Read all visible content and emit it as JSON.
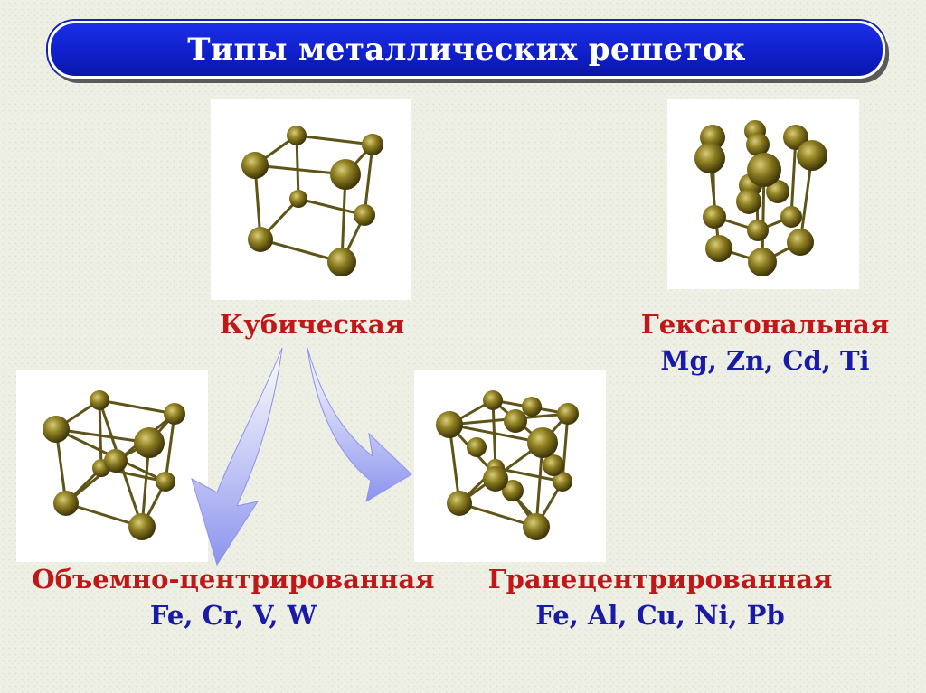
{
  "title": "Типы металлических решеток",
  "cubic": {
    "name": "Кубическая"
  },
  "hexagonal": {
    "name": "Гексагональная",
    "metals": "Mg, Zn, Cd, Ti"
  },
  "bcc": {
    "name": "Объемно-центрированная",
    "metals": "Fe, Cr, V, W"
  },
  "fcc": {
    "name": "Гранецентрированная",
    "metals": "Fe, Al, Cu, Ni, Pb"
  },
  "colors": {
    "title_bg": "#1020d8",
    "label_red": "#c01818",
    "label_blue": "#1a1aa8",
    "atom": "#8a7a1c",
    "arrow": "#9fa4f2"
  }
}
